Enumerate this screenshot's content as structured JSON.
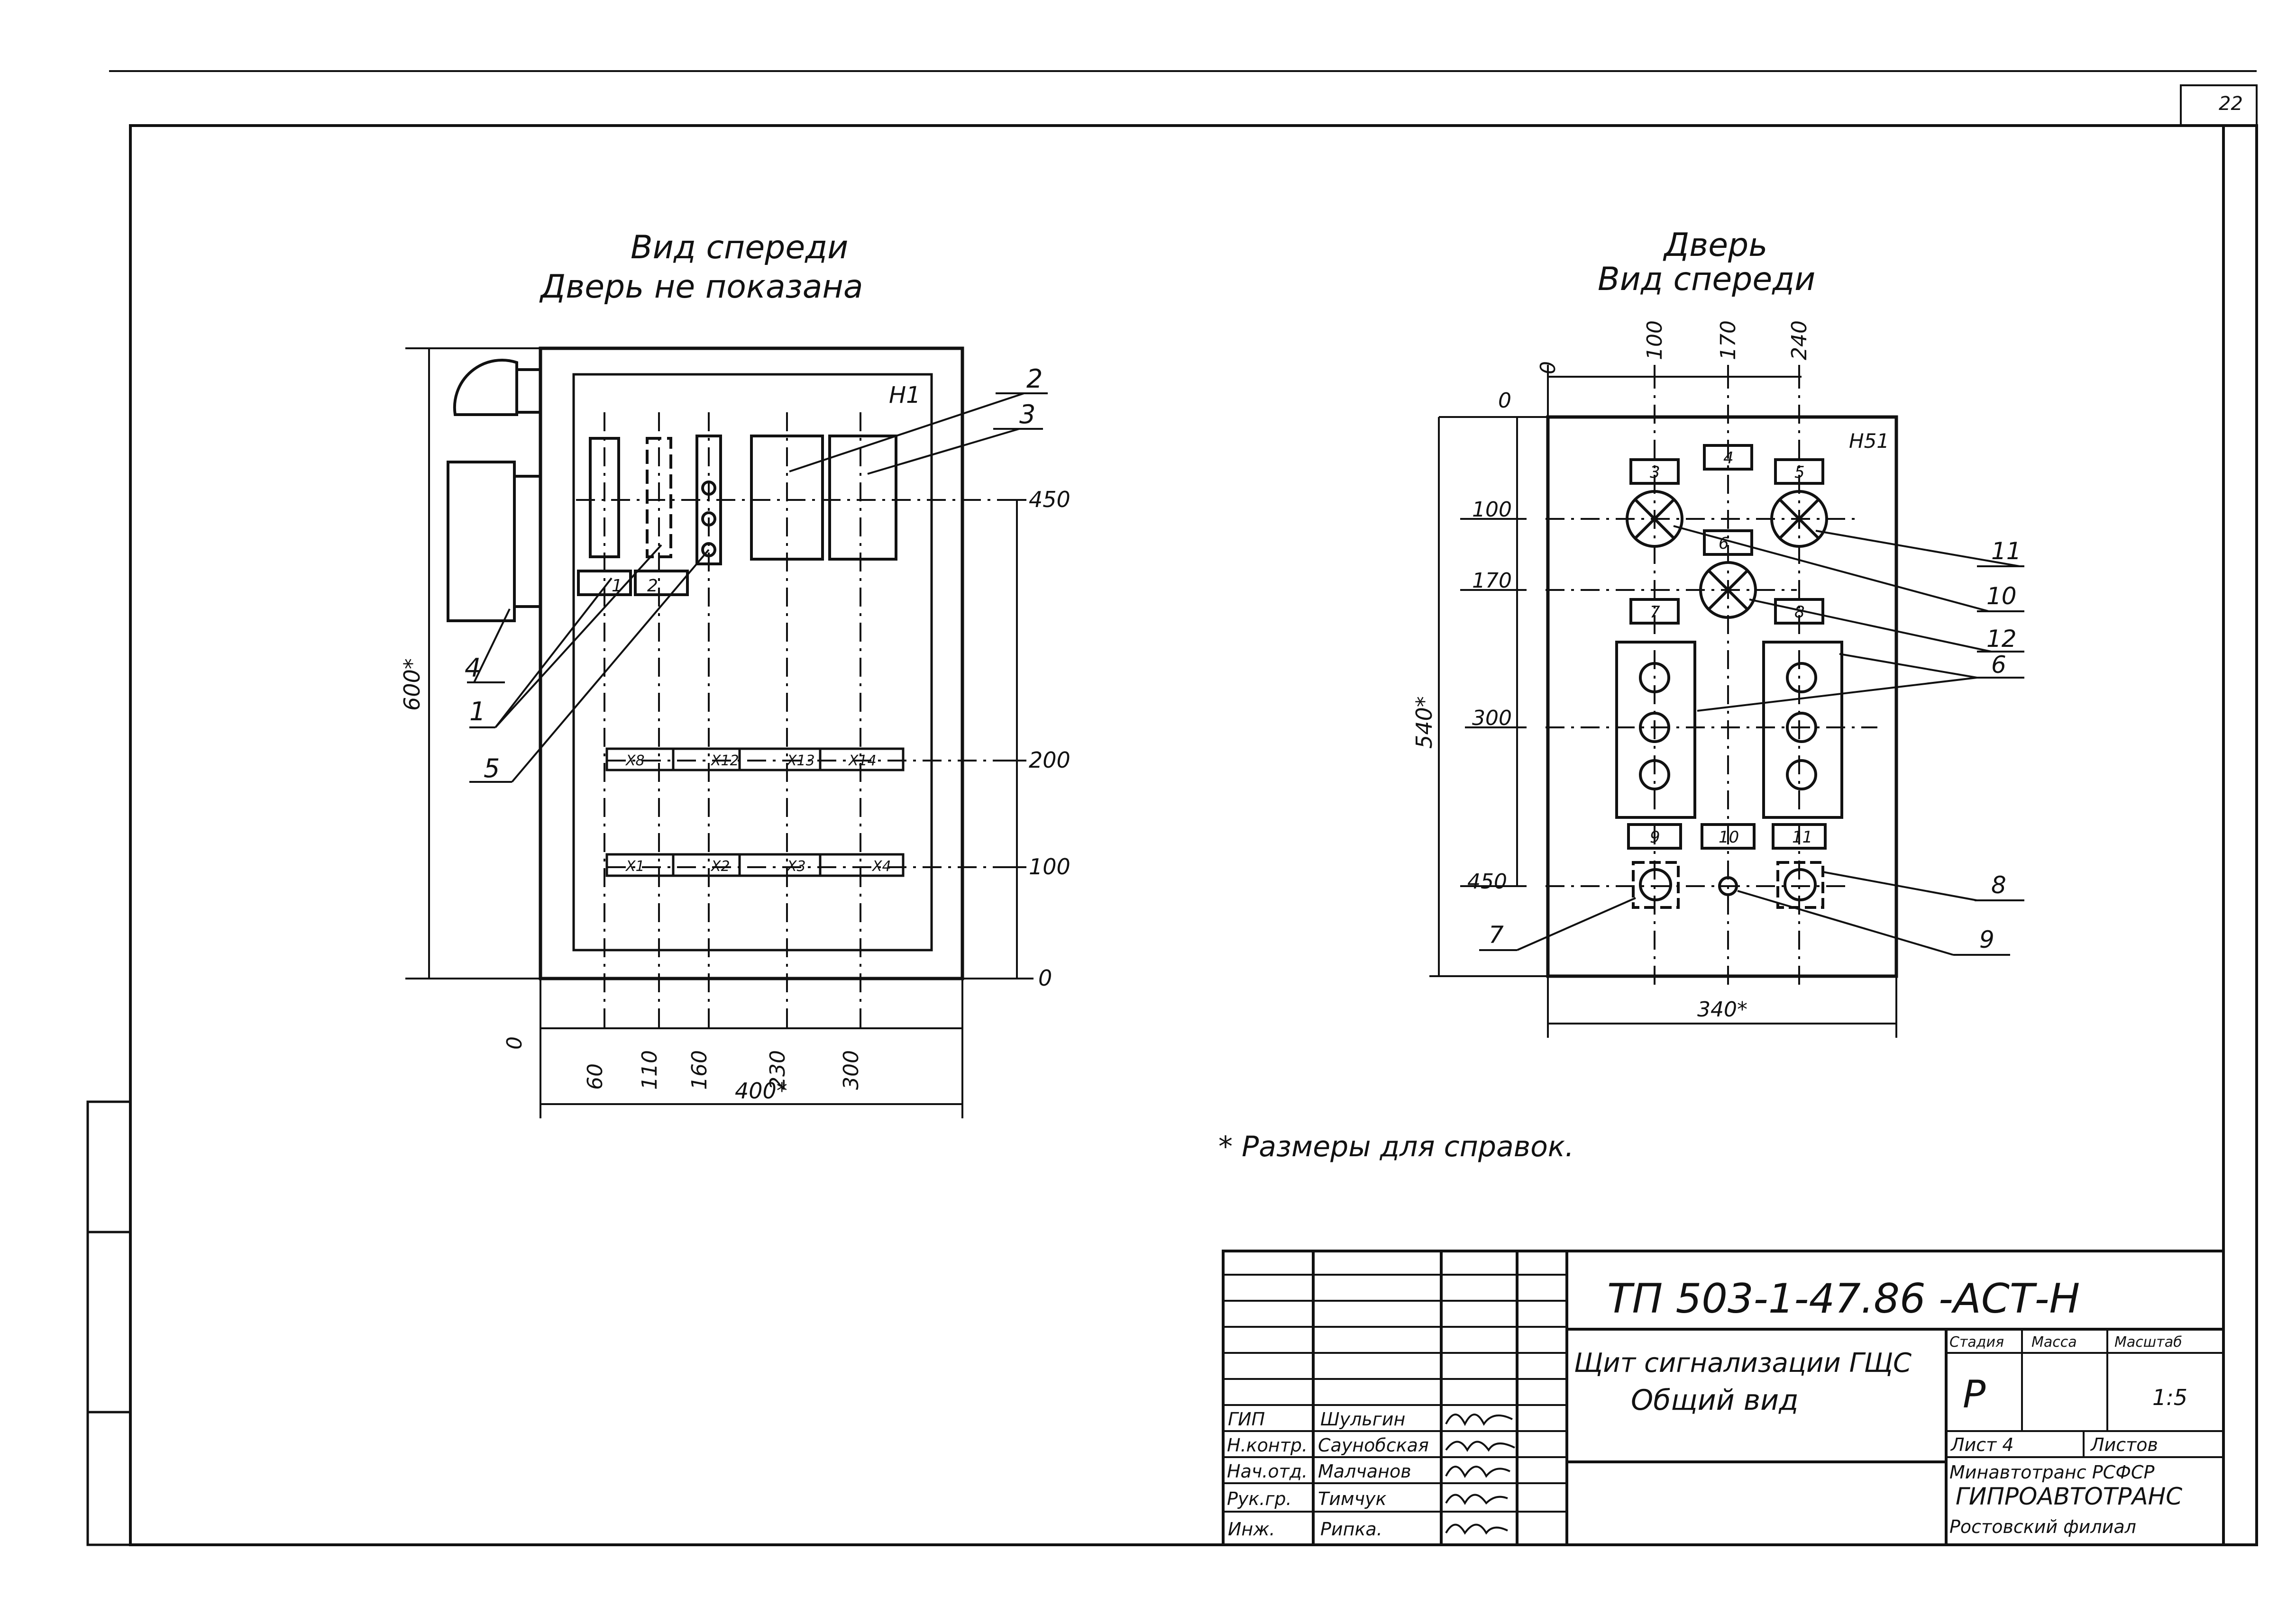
{
  "sheet": {
    "page_number": "22",
    "note": "* Размеры для справок."
  },
  "front_view": {
    "title_line1": "Вид спереди",
    "title_line2": "Дверь не показана",
    "panel_label": "Н1",
    "vertical_dims": [
      "450",
      "200",
      "100",
      "0"
    ],
    "horizontal_dims": [
      "0",
      "60",
      "110",
      "160",
      "230",
      "300"
    ],
    "width_total": "400*",
    "height_total": "600*",
    "box_labels": [
      "1",
      "2"
    ],
    "terminal_row_upper": [
      "Х8",
      "Х12",
      "Х13",
      "Х14"
    ],
    "terminal_row_lower": [
      "Х1",
      "Х2",
      "Х3",
      "Х4"
    ],
    "callouts": [
      "1",
      "2",
      "3",
      "4",
      "5"
    ]
  },
  "door_view": {
    "title_line1": "Дверь",
    "title_line2": "Вид спереди",
    "panel_label": "Н51",
    "top_dims": [
      "0",
      "100",
      "170",
      "240"
    ],
    "left_dims": [
      "0",
      "100",
      "170",
      "300",
      "450"
    ],
    "width_total": "340*",
    "height_total": "540*",
    "label_boxes": [
      "3",
      "4",
      "5",
      "6",
      "7",
      "8",
      "9",
      "10",
      "11"
    ],
    "callouts": [
      "11",
      "10",
      "12",
      "6",
      "8",
      "9",
      "7"
    ]
  },
  "title_block": {
    "doc_code": "ТП   503-1-47.86 -АСТ-Н",
    "doc_title_line1": "Щит сигнализации ГЩС",
    "doc_title_line2": "Общий вид",
    "stage_header": "Стадия",
    "mass_header": "Масса",
    "scale_header": "Масштаб",
    "stage_value": "Р",
    "scale_value": "1:5",
    "sheet_label": "Лист 4",
    "sheets_label": "Листов",
    "org_line1": "Минавтотранс РСФСР",
    "org_line2": "ГИПРОАВТОТРАНС",
    "org_line3": "Ростовский филиал",
    "signatures": [
      {
        "role": "ГИП",
        "name": "Шульгин"
      },
      {
        "role": "Н.контр.",
        "name": "Саунобская"
      },
      {
        "role": "Нач.отд.",
        "name": "Малчанов"
      },
      {
        "role": "Рук.гр.",
        "name": "Тимчук"
      },
      {
        "role": "Инж.",
        "name": "Рипка."
      }
    ]
  }
}
